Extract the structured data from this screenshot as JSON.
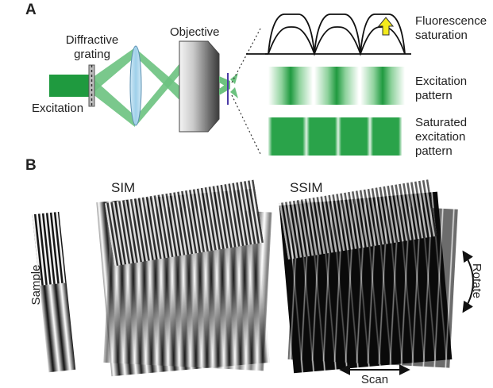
{
  "panels": {
    "a": "A",
    "b": "B"
  },
  "labels": {
    "excitation": "Excitation",
    "diffractive_line1": "Diffractive",
    "diffractive_line2": "grating",
    "objective": "Objective",
    "fluorescence_line1": "Fluorescence",
    "fluorescence_line2": "saturation",
    "excitation_pattern_line1": "Excitation",
    "excitation_pattern_line2": "pattern",
    "saturated_line1": "Saturated",
    "saturated_line2": "excitation",
    "saturated_line3": "pattern",
    "sim": "SIM",
    "ssim": "SSIM",
    "sample": "Sample",
    "rotate": "Rotate",
    "scan": "Scan"
  },
  "colors": {
    "green": "#1f9a3f",
    "beam": "#6cc27f",
    "lens": "#a9d6ec",
    "arrow_yellow": "#f3ea1c",
    "dark": "#111111"
  },
  "icons": [
    "up-arrow-icon",
    "rotate-double-arrow-icon",
    "scan-double-arrow-icon"
  ]
}
